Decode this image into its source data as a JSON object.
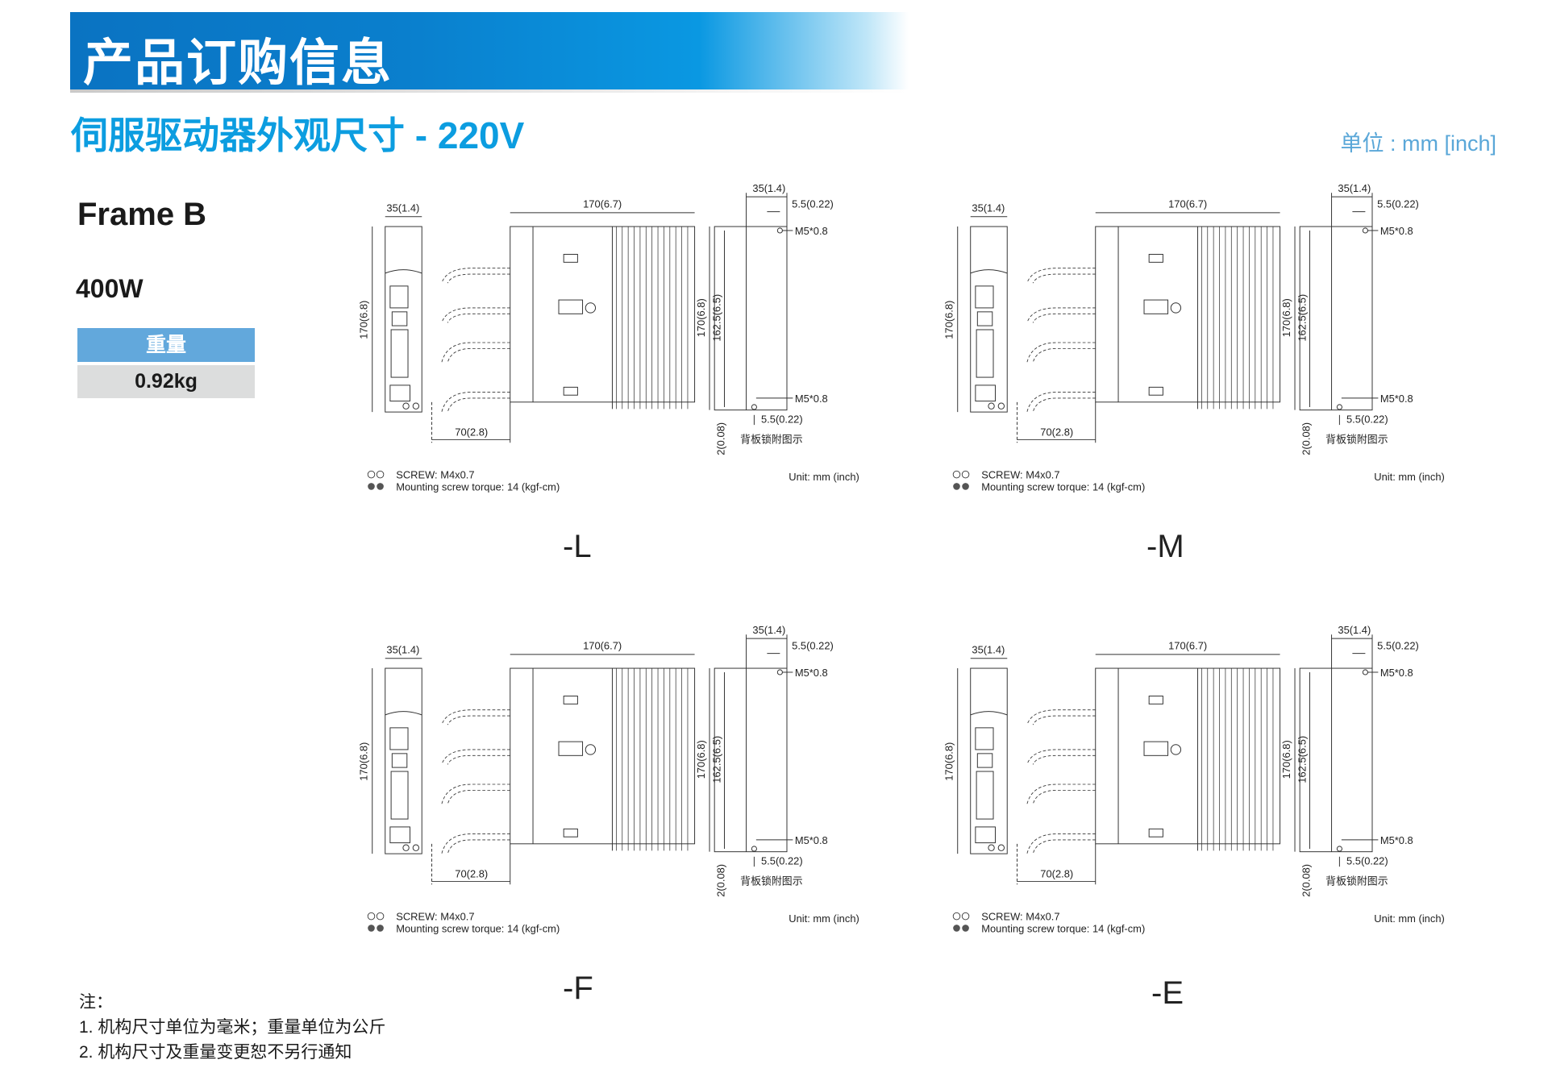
{
  "header": {
    "title": "产品订购信息",
    "subtitle": "伺服驱动器外观尺寸 - 220V",
    "unit": "单位 : mm [inch]"
  },
  "product": {
    "frame": "Frame B",
    "power": "400W",
    "weight_label": "重量",
    "weight_value": "0.92kg"
  },
  "drawing_labels": {
    "front_width": "35(1.4)",
    "front_height": "170(6.8)",
    "depth": "170(6.7)",
    "cable_clearance": "70(2.8)",
    "plate_width": "35(1.4)",
    "hole_offset_top": "5.5(0.22)",
    "hole_top": "M5*0.8",
    "hole_bottom": "M5*0.8",
    "hole_offset_bottom": "5.5(0.22)",
    "plate_height": "170(6.8)",
    "hole_pitch": "162.5(6.5)",
    "bottom_gap": "2(0.08)",
    "plate_caption": "背板锁附图示",
    "screw_note": "SCREW: M4x0.7",
    "torque_note": "Mounting screw torque: 14 (kgf-cm)",
    "unit_note": "Unit: mm (inch)"
  },
  "panels": [
    {
      "suffix": "-L"
    },
    {
      "suffix": "-M"
    },
    {
      "suffix": "-F"
    },
    {
      "suffix": "-E"
    }
  ],
  "notes": {
    "heading": "注：",
    "items": [
      "1. 机构尺寸单位为毫米；重量单位为公斤",
      "2. 机构尺寸及重量变更恕不另行通知"
    ]
  }
}
